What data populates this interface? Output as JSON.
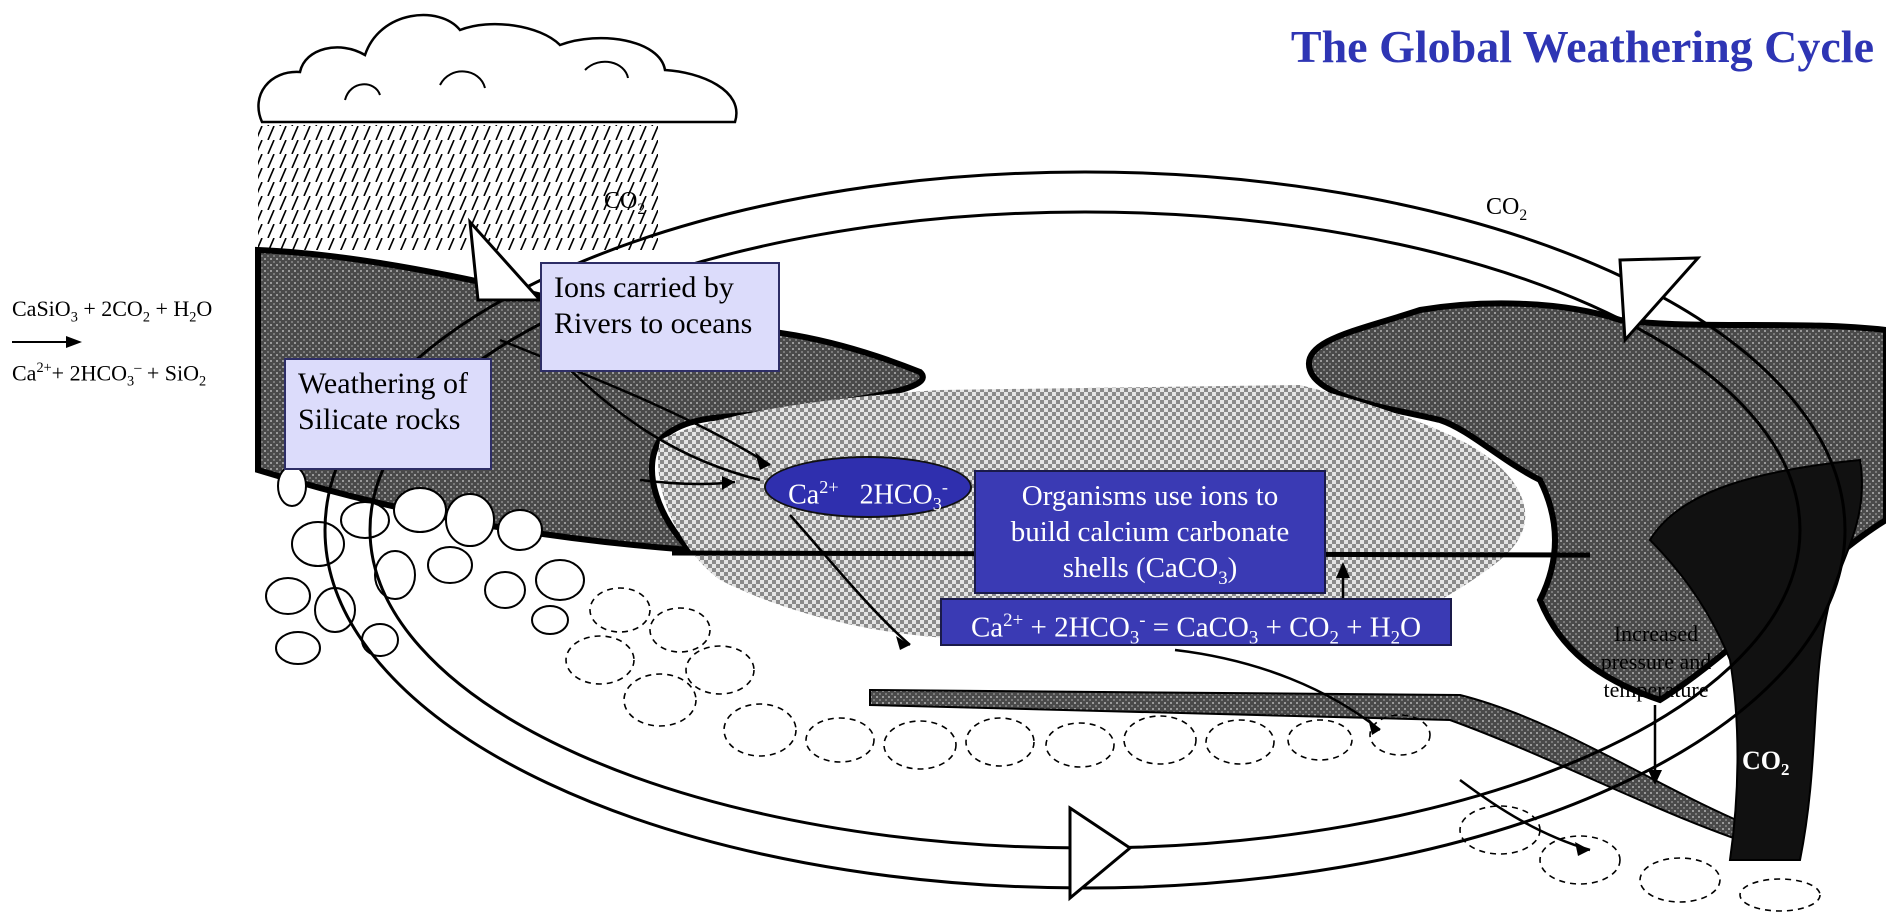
{
  "title": "The Global Weathering Cycle",
  "equation_left": {
    "line1_parts": [
      "CaSiO",
      "3",
      " + 2CO",
      "2",
      " + H",
      "2",
      "O"
    ],
    "line2_parts": [
      "Ca",
      "2+",
      "+ 2HCO",
      "3",
      "–",
      " + SiO",
      "2"
    ]
  },
  "boxes": {
    "weathering": [
      "Weathering of",
      "Silicate rocks"
    ],
    "rivers": [
      "Ions carried by",
      "Rivers to oceans"
    ],
    "organisms": [
      "Organisms use ions to",
      "build calcium carbonate",
      "shells (CaCO",
      "3",
      ")"
    ],
    "reaction_parts": [
      "Ca",
      "2+",
      " + 2HCO",
      "3",
      "-",
      " = CaCO",
      "3",
      " + CO",
      "2",
      " + H",
      "2",
      "O"
    ]
  },
  "ions": {
    "calcium": "Ca",
    "calcium_charge": "2+",
    "bicarbonate": "2HCO",
    "bicarbonate_sub": "3",
    "bicarbonate_charge": "-"
  },
  "co2": {
    "text": "CO",
    "sub": "2"
  },
  "pressure_label": [
    "Increased",
    "pressure and",
    "temperature"
  ],
  "colors": {
    "title": "#2e35b4",
    "light_box": "#dcdcfb",
    "dark_box": "#3a3ab4"
  }
}
